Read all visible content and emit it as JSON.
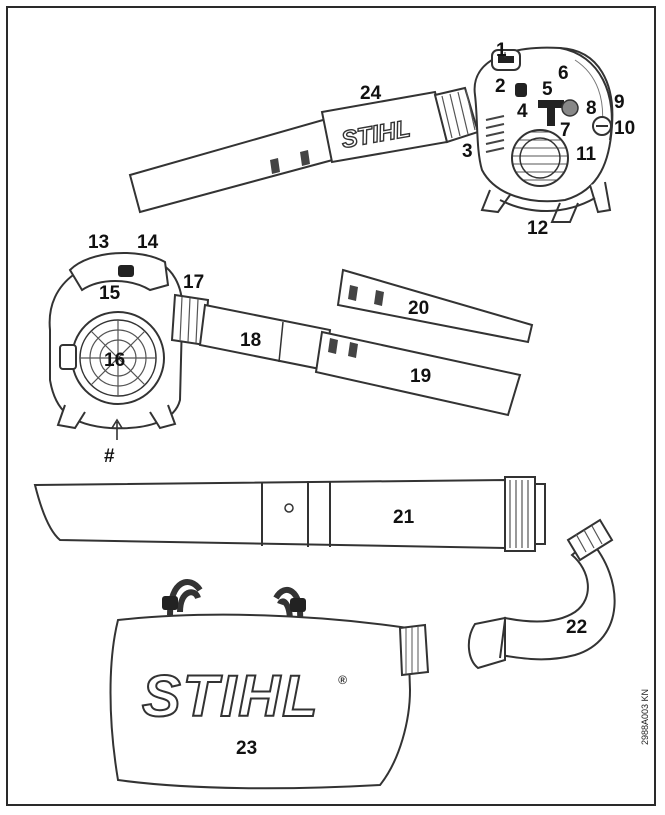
{
  "labels": {
    "l1": "1",
    "l2": "2",
    "l3": "3",
    "l4": "4",
    "l5": "5",
    "l6": "6",
    "l7": "7",
    "l8": "8",
    "l9": "9",
    "l10": "10",
    "l11": "11",
    "l12": "12",
    "l13": "13",
    "l14": "14",
    "l15": "15",
    "l16": "16",
    "l17": "17",
    "l18": "18",
    "l19": "19",
    "l20": "20",
    "l21": "21",
    "l22": "22",
    "l23": "23",
    "l24": "24",
    "hash": "#"
  },
  "brand": {
    "tube_logo": "STIHL",
    "bag_logo": "STIHL",
    "registered": "®"
  },
  "figure_code": "2988A003 KN",
  "colors": {
    "line": "#333333",
    "fill": "#ffffff",
    "shade": "#d9d9d9",
    "dark": "#222222"
  }
}
